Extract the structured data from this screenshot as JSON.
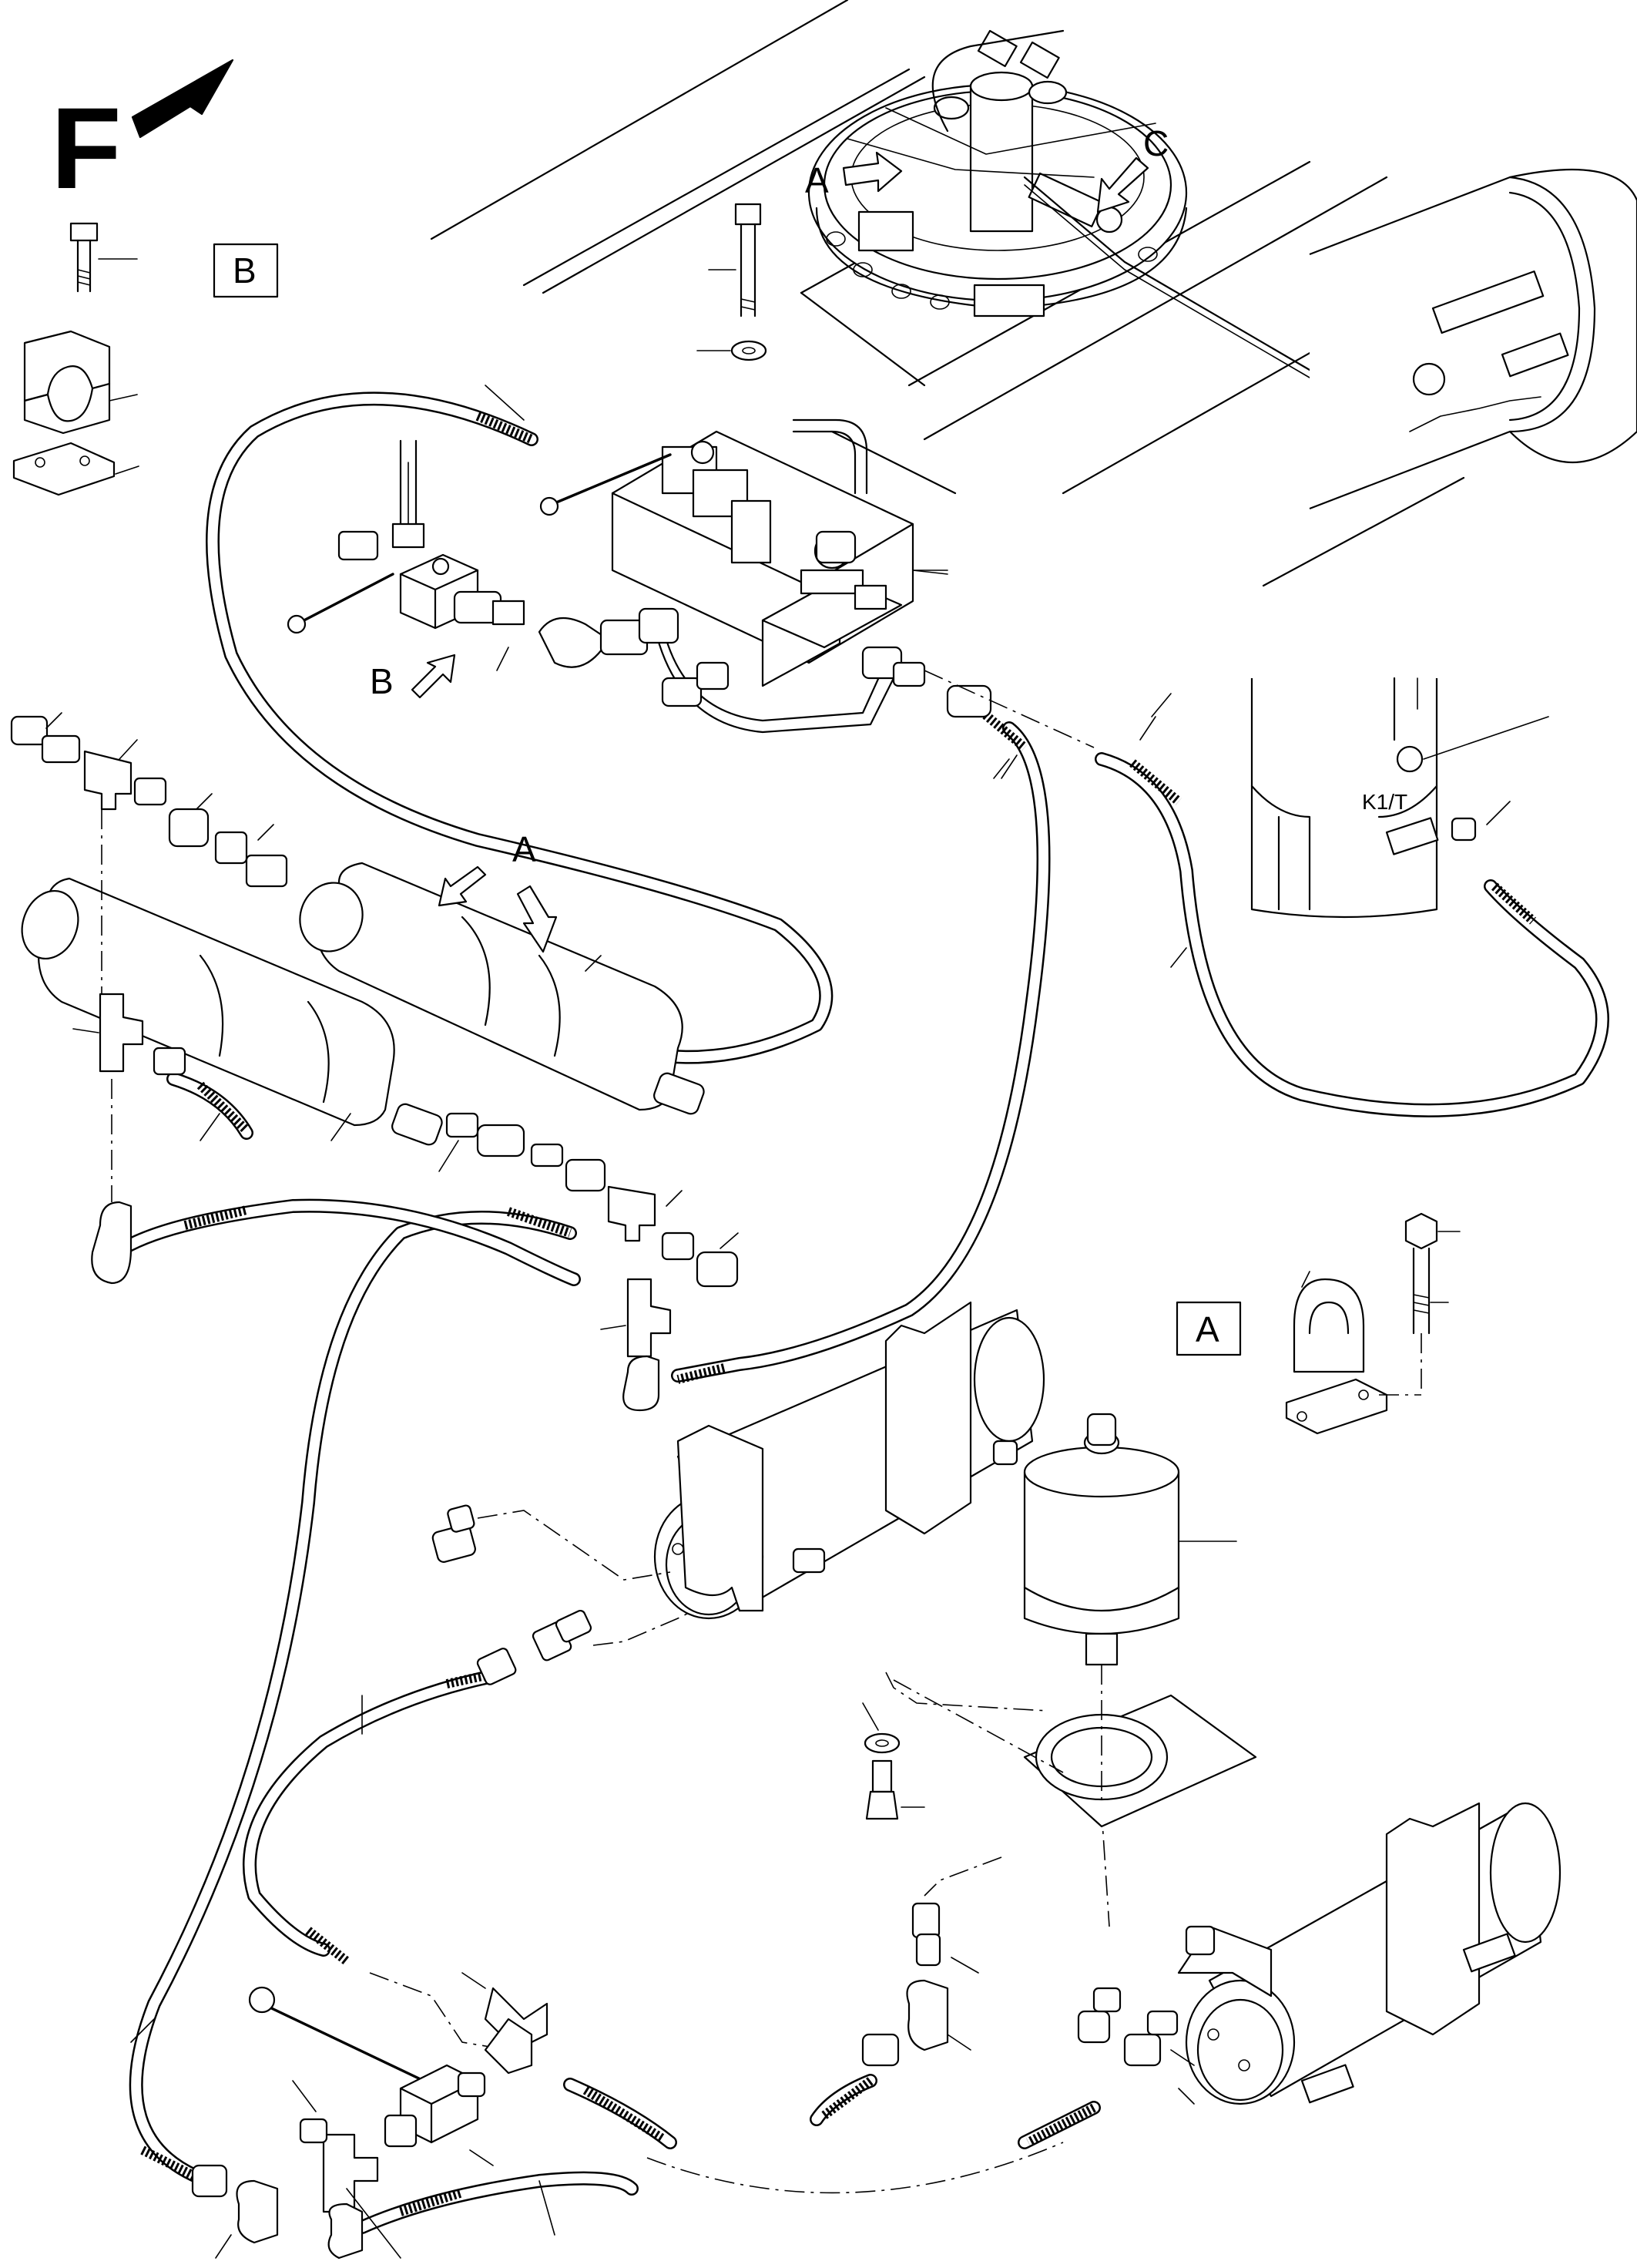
{
  "diagram": {
    "forward_marker": "F",
    "view_labels": {
      "view_a": "A",
      "view_b": "B",
      "view_c": "C"
    },
    "detail_box_labels": {
      "box_b": "B",
      "box_a": "A"
    },
    "component_label_k1t": "K1/T"
  }
}
